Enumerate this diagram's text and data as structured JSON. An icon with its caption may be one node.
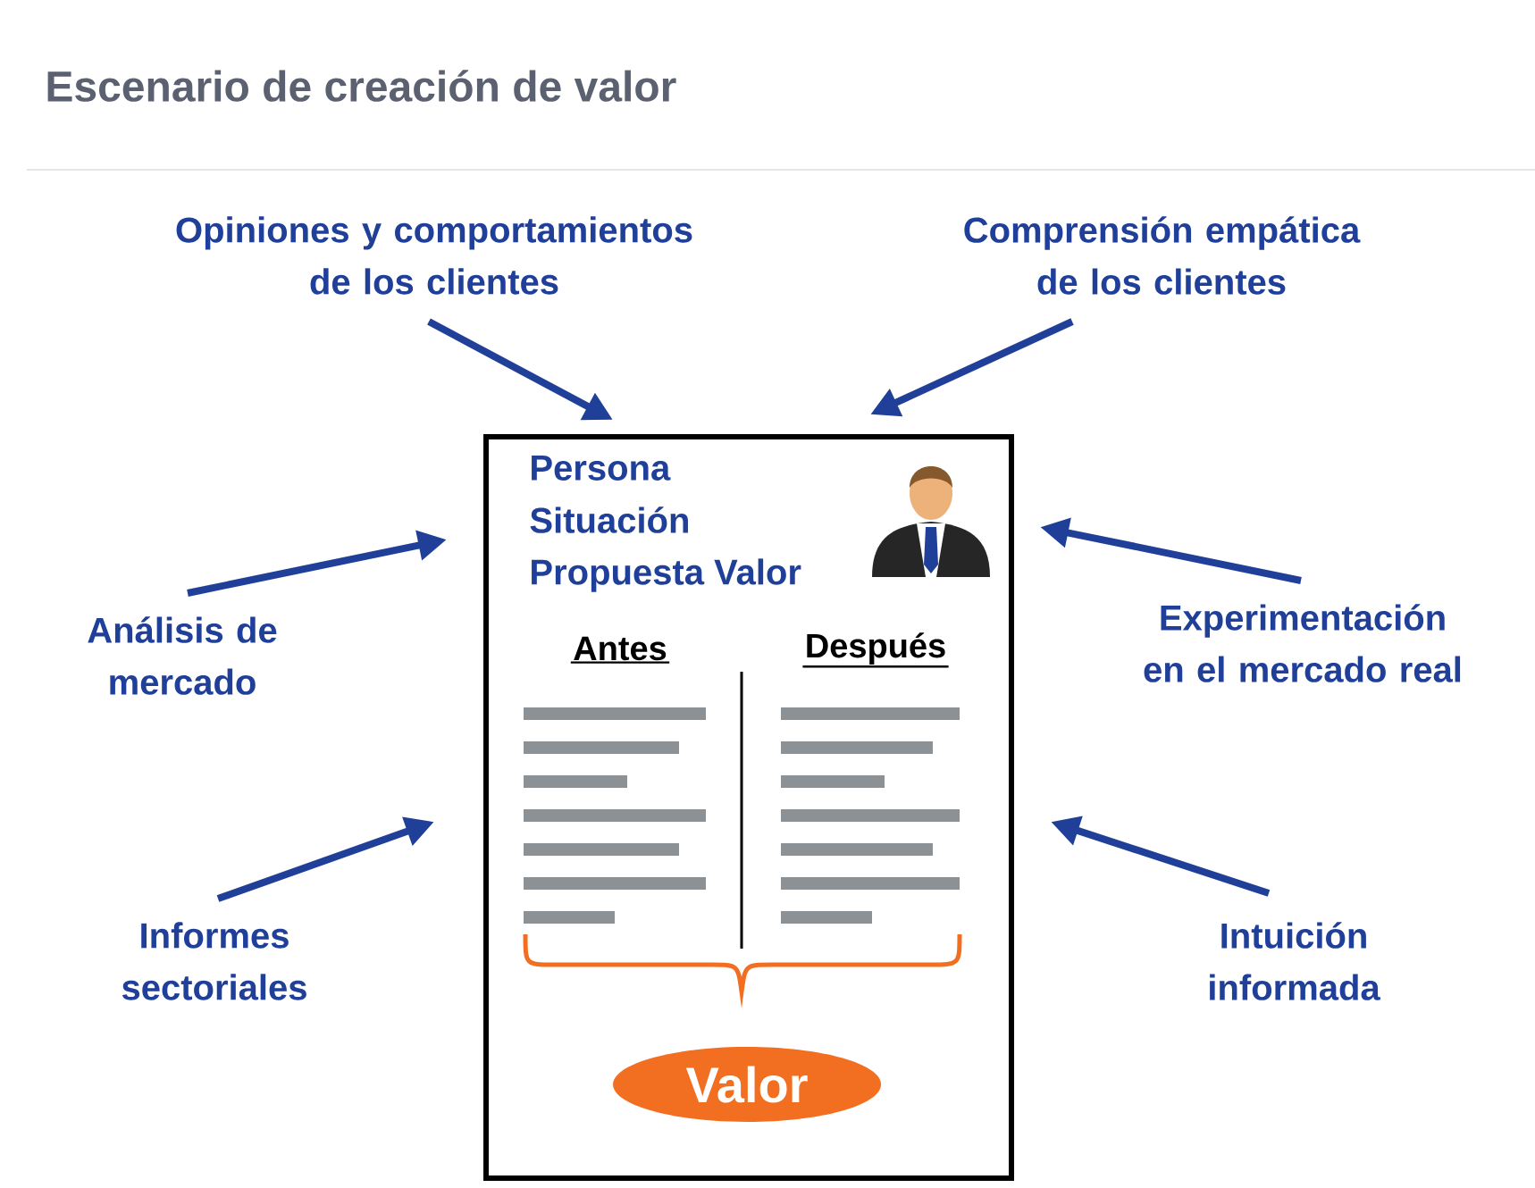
{
  "diagram": {
    "title": "Escenario de creación de valor",
    "nodes": [
      {
        "text": [
          "Opiniones y comportamientos de los clientes"
        ]
      },
      {
        "text": [
          "Comprensión empática de los clientes"
        ]
      },
      {
        "text": [
          "Análisis de mercado"
        ]
      },
      {
        "text": [
          "Experimentación en el mercado real"
        ]
      },
      {
        "text": [
          "Informes sectoriales"
        ]
      },
      {
        "text": [
          "Intuición informada"
        ]
      },
      {
        "text": [
          "Persona",
          "Situación",
          "Propuesta Valor"
        ]
      },
      {
        "text": [
          "Valor"
        ],
        "in": 6
      }
    ],
    "edges": [
      {
        "from": 0,
        "to": 6,
        "arrow": "to"
      },
      {
        "from": 1,
        "to": 6,
        "arrow": "to"
      },
      {
        "from": 2,
        "to": 6,
        "arrow": "to"
      },
      {
        "from": 3,
        "to": 6,
        "arrow": "to"
      },
      {
        "from": 4,
        "to": 6,
        "arrow": "to"
      },
      {
        "from": 5,
        "to": 6,
        "arrow": "to"
      }
    ],
    "labels": [
      "Antes",
      "Después"
    ]
  }
}
